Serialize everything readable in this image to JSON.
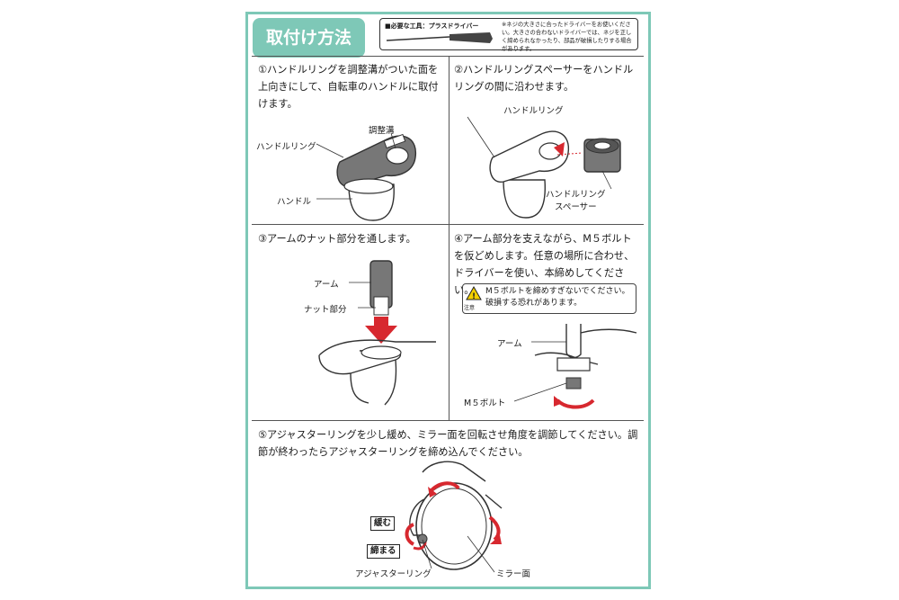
{
  "header": {
    "title": "取付け方法",
    "tool_label": "■必要な工具：プラスドライバー",
    "tool_note": "※ネジの大きさに合ったドライバーをお使いください。大きさの合わないドライバーでは、ネジを正しく締められなかったり、部品が破損したりする場合があります。"
  },
  "steps": [
    {
      "text": "①ハンドルリングを調整溝がついた面を上向きにして、自転車のハンドルに取付けます。",
      "labels": [
        "調整溝",
        "ハンドルリング",
        "ハンドル"
      ]
    },
    {
      "text": "②ハンドルリングスペーサーをハンドルリングの間に沿わせます。",
      "labels": [
        "ハンドルリング",
        "ハンドルリング",
        "スペーサー"
      ]
    },
    {
      "text": "③アームのナット部分を通します。",
      "labels": [
        "アーム",
        "ナット部分"
      ]
    },
    {
      "text": "④アーム部分を支えながら、M５ボルトを仮どめします。任意の場所に合わせ、ドライバーを使い、本締めしてください。",
      "labels": [
        "アーム",
        "M５ボルト"
      ],
      "warning": {
        "text": "M５ボルトを締めすぎないでください。破損する恐れがあります。",
        "sub": "注意"
      }
    },
    {
      "text": "⑤アジャスターリングを少し緩め、ミラー面を回転させ角度を調節してください。調節が終わったらアジャスターリングを締め込んでください。",
      "labels": [
        "緩む",
        "締まる",
        "アジャスターリング",
        "ミラー面"
      ]
    }
  ],
  "colors": {
    "accent": "#7ec8b7",
    "red": "#d7282f",
    "gray": "#7a7a7a"
  }
}
